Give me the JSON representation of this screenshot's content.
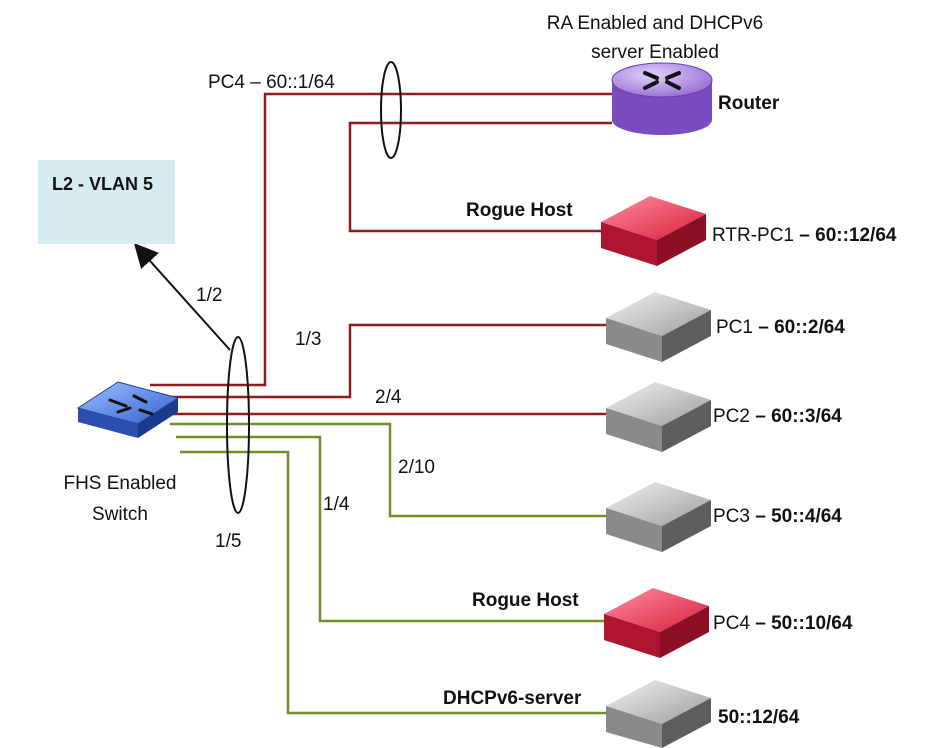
{
  "title": {
    "line1": "RA Enabled  and  DHCPv6",
    "line2": "server  Enabled"
  },
  "vlan_box": {
    "label": "L2 - VLAN 5"
  },
  "switch": {
    "line1": "FHS Enabled",
    "line2": "Switch"
  },
  "router": {
    "label": "Router"
  },
  "ports": {
    "p1_2": "1/2",
    "p1_3": "1/3",
    "p2_4": "2/4",
    "p2_10": "2/10",
    "p1_4": "1/4",
    "p1_5": "1/5"
  },
  "links": {
    "pc4_router": "PC4  – 60::1/64"
  },
  "rogue_host_top": {
    "label": "Rogue Host",
    "name": "RTR-PC1",
    "addr": " – 60::12/64"
  },
  "pc1": {
    "name": "PC1",
    "addr": " – 60::2/64"
  },
  "pc2": {
    "name": "PC2",
    "addr": " – 60::3/64"
  },
  "pc3": {
    "name": "PC3",
    "addr": " – 50::4/64"
  },
  "rogue_host_bottom": {
    "label": "Rogue Host",
    "name": "PC4",
    "addr": " – 50::10/64"
  },
  "dhcp_server": {
    "label": "DHCPv6-server",
    "addr": "50::12/64"
  },
  "colors": {
    "red_link": "#8b1e1e",
    "green_link": "#6f8f2a",
    "rogue": "#d81e3c",
    "router": "#8a5fc8",
    "switch": "#3f6ed4",
    "pc": "#9a9a9a"
  }
}
